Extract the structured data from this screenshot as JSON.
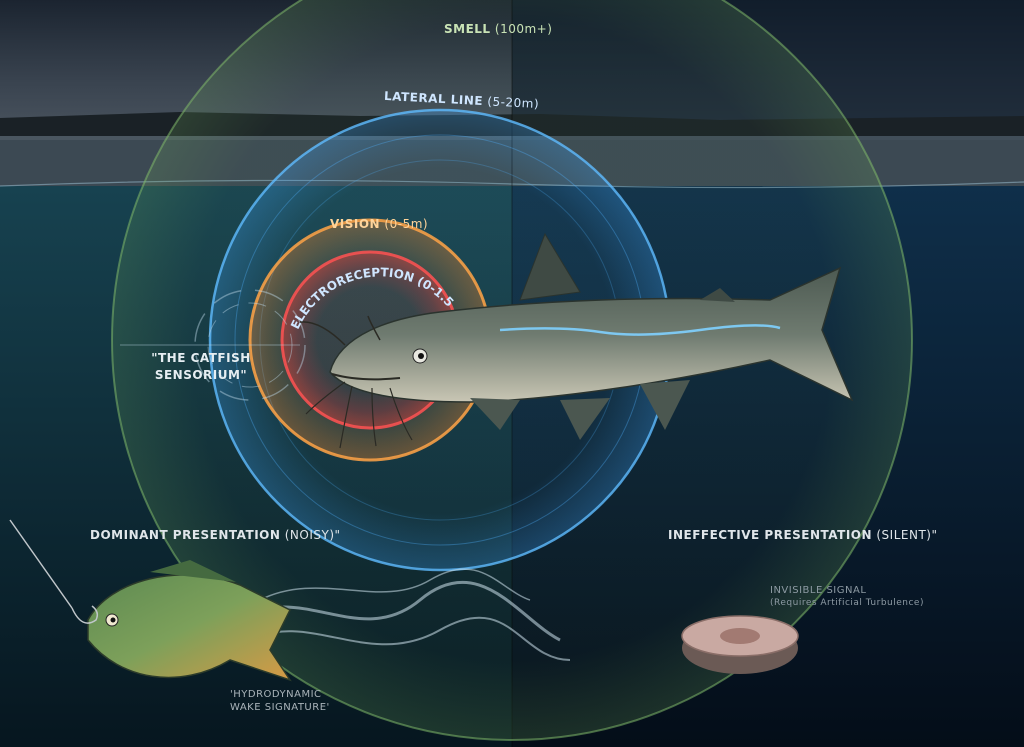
{
  "rings": {
    "smell": {
      "label": "SMELL",
      "range": " (100m+)"
    },
    "lateral_line": {
      "label": "LATERAL LINE",
      "range": " (5-20m)"
    },
    "vision": {
      "label": "VISION",
      "range": " (0-5m)"
    },
    "electroreception": {
      "label": "ELECTRORECEPTION (0-1.5m)"
    }
  },
  "center_label": {
    "line1": "\"THE CATFISH",
    "line2": "SENSORIUM\""
  },
  "left_panel": {
    "heading": "DOMINANT PRESENTATION",
    "heading_note": " (NOISY)\"",
    "caption_line1": "'HYDRODYNAMIC",
    "caption_line2": "WAKE SIGNATURE'"
  },
  "right_panel": {
    "heading": "INEFFECTIVE PRESENTATION",
    "heading_note": " (SILENT)\"",
    "signal_line1": "INVISIBLE SIGNAL",
    "signal_line2": "(Requires Artificial Turbulence)"
  },
  "colors": {
    "smell_ring": "#7fb86a",
    "lateral_ring": "#4fb3ff",
    "vision_ring": "#ff9a3c",
    "electro_ring": "#ff4a4a",
    "water_left": "#0b2b38",
    "water_right": "#061a2e"
  },
  "icons": [
    "catfish-illustration",
    "bluegill-illustration",
    "hook-icon",
    "cut-bait-illustration",
    "sonar-rings-icon"
  ]
}
